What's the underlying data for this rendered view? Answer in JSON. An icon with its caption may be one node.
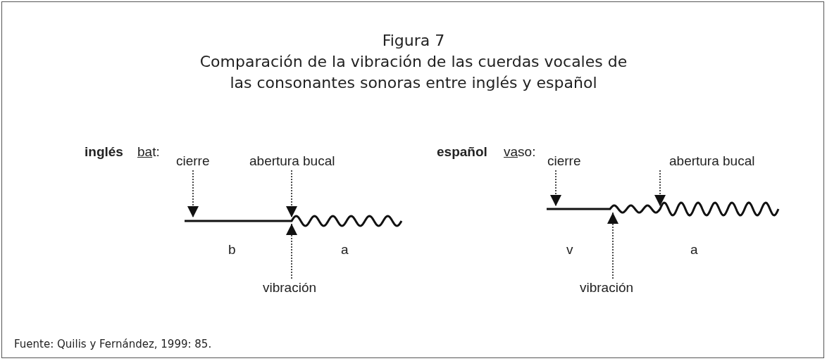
{
  "diagram": {
    "title": "Figura 7",
    "caption": "Fuente: Quilis y Fernández, 1999: 85.",
    "nodes": [
      {
        "text": [
          "cierre"
        ]
      },
      {
        "text": [
          "abertura bucal"
        ]
      },
      {
        "text": [
          "vibración"
        ]
      },
      {
        "text": [
          "cierre"
        ]
      },
      {
        "text": [
          "abertura bucal"
        ]
      },
      {
        "text": [
          "vibración"
        ]
      }
    ],
    "edges": [
      {
        "from": 0,
        "to": null,
        "arrow": "to",
        "style": "dashed"
      },
      {
        "from": 1,
        "to": null,
        "arrow": "to",
        "style": "dashed"
      },
      {
        "from": 2,
        "to": null,
        "arrow": "to",
        "style": "dashed"
      },
      {
        "from": 3,
        "to": null,
        "arrow": "to",
        "style": "dashed"
      },
      {
        "from": 4,
        "to": null,
        "arrow": "to",
        "style": "dashed"
      },
      {
        "from": 5,
        "to": null,
        "arrow": "to",
        "style": "dashed"
      }
    ],
    "labels": [
      "Comparación de la vibración de las cuerdas vocales de las consonantes sonoras entre inglés y español",
      "inglés",
      "bat:",
      "español",
      "vaso:",
      "b",
      "a",
      "v",
      "a"
    ]
  }
}
